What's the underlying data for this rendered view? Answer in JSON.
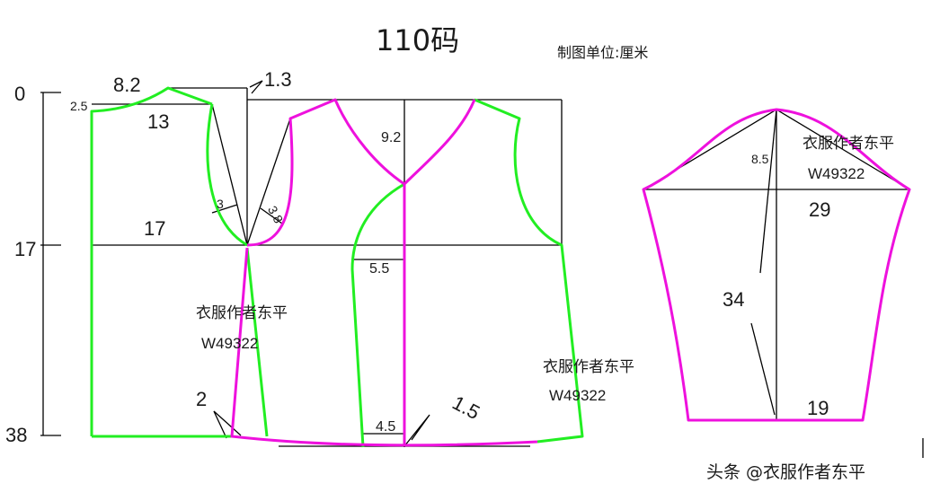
{
  "title": "110码",
  "unit_label": "制图单位:厘米",
  "ruler": {
    "top": "0",
    "mid": "17",
    "bottom": "38"
  },
  "dims": {
    "d8_2": "8.2",
    "d1_3": "1.3",
    "d2_5": "2.5",
    "d13": "13",
    "d9_2": "9.2",
    "d3": "3",
    "d3_8": "3.8",
    "d17": "17",
    "d5_5": "5.5",
    "d2": "2",
    "d4_5": "4.5",
    "d1_5": "1.5"
  },
  "sleeve": {
    "cap_height": "8.5",
    "width": "29",
    "length": "34",
    "cuff": "19"
  },
  "watermarks": {
    "author": "衣服作者东平",
    "code": "W49322"
  },
  "footer": "头条 @衣服作者东平",
  "colors": {
    "front_back_outline": "#22ee22",
    "sleeve_outline": "#ee11dd",
    "construction": "#000000"
  }
}
